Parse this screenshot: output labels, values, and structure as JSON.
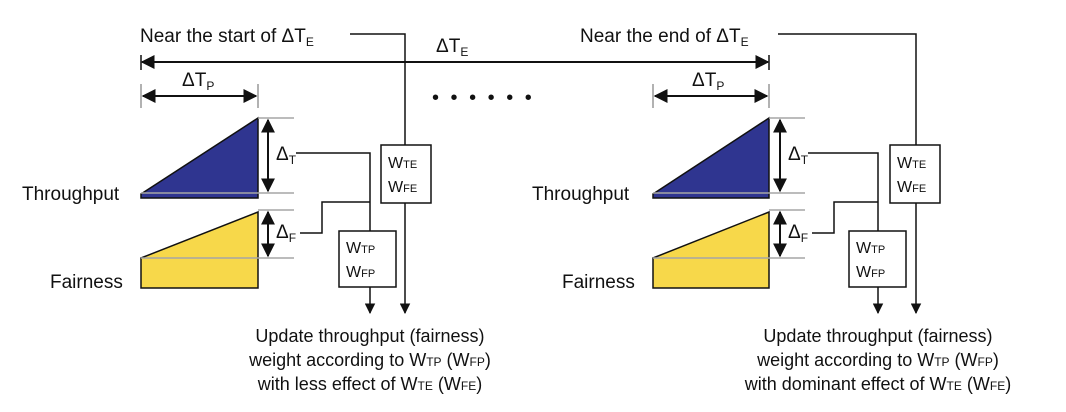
{
  "colors": {
    "throughput_fill": "#2f3590",
    "fairness_fill": "#f7d84a",
    "guide_gray": "#a6a6a6",
    "line": "#111111"
  },
  "header": {
    "start_label": "Near the start of ΔT",
    "end_label": "Near the end of ΔT",
    "start_sub": "E",
    "end_sub": "E",
    "period_label": "ΔT",
    "period_sub": "E",
    "ellipsis": "• • • • • •"
  },
  "panels": [
    {
      "tp_label": "ΔT",
      "tp_sub": "P",
      "throughput_label": "Throughput",
      "fairness_label": "Fairness",
      "delta_t": "Δ",
      "delta_t_sub": "T",
      "delta_f": "Δ",
      "delta_f_sub": "F",
      "box_e": {
        "l1": "W",
        "l1_sub": "TE",
        "l2": "W",
        "l2_sub": "FE"
      },
      "box_p": {
        "l1": "W",
        "l1_sub": "TP",
        "l2": "W",
        "l2_sub": "FP"
      },
      "caption": {
        "line1": "Update throughput (fairness)",
        "line2_a": "weight according to W",
        "line2_s1": "TP",
        "line2_b": " (W",
        "line2_s2": "FP",
        "line2_c": ")",
        "line3_a": "with less effect of W",
        "line3_s1": "TE",
        "line3_b": " (W",
        "line3_s2": "FE",
        "line3_c": ")"
      }
    },
    {
      "tp_label": "ΔT",
      "tp_sub": "P",
      "throughput_label": "Throughput",
      "fairness_label": "Fairness",
      "delta_t": "Δ",
      "delta_t_sub": "T",
      "delta_f": "Δ",
      "delta_f_sub": "F",
      "box_e": {
        "l1": "W",
        "l1_sub": "TE",
        "l2": "W",
        "l2_sub": "FE"
      },
      "box_p": {
        "l1": "W",
        "l1_sub": "TP",
        "l2": "W",
        "l2_sub": "FP"
      },
      "caption": {
        "line1": "Update throughput (fairness)",
        "line2_a": "weight according to W",
        "line2_s1": "TP",
        "line2_b": " (W",
        "line2_s2": "FP",
        "line2_c": ")",
        "line3_a": "with dominant effect of W",
        "line3_s1": "TE",
        "line3_b": " (W",
        "line3_s2": "FE",
        "line3_c": ")"
      }
    }
  ]
}
